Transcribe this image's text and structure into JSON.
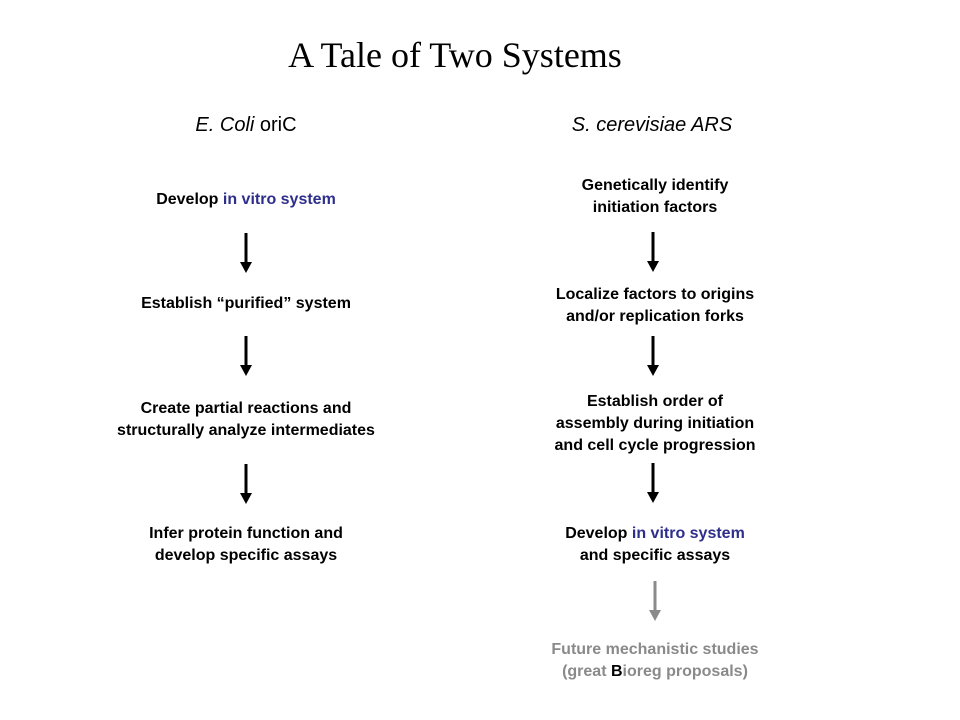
{
  "title": "A Tale of Two Systems",
  "left_column": {
    "heading_italic": "E. Coli",
    "heading_rest": " oriC",
    "steps": {
      "s1_a": "Develop ",
      "s1_b": "in vitro system",
      "s2": "Establish “purified” system",
      "s3_l1": "Create partial reactions and",
      "s3_l2": "structurally analyze intermediates",
      "s4_l1": "Infer protein function and",
      "s4_l2": "develop specific assays"
    }
  },
  "right_column": {
    "heading": "S. cerevisiae ARS",
    "steps": {
      "s1_l1": "Genetically identify",
      "s1_l2": "initiation factors",
      "s2_l1": "Localize factors to origins",
      "s2_l2": "and/or replication forks",
      "s3_l1": "Establish order of",
      "s3_l2": "assembly during initiation",
      "s3_l3": "and cell cycle progression",
      "s4_a": "Develop ",
      "s4_b": "in vitro system",
      "s4_l2": "and specific assays",
      "s5_l1": "Future mechanistic studies",
      "s5_l2a": "(great ",
      "s5_l2b": "B",
      "s5_l2c": "ioreg proposals)"
    }
  },
  "colors": {
    "highlight": "#2e2e8c",
    "faded": "#8a8a8a",
    "text": "#000000"
  }
}
